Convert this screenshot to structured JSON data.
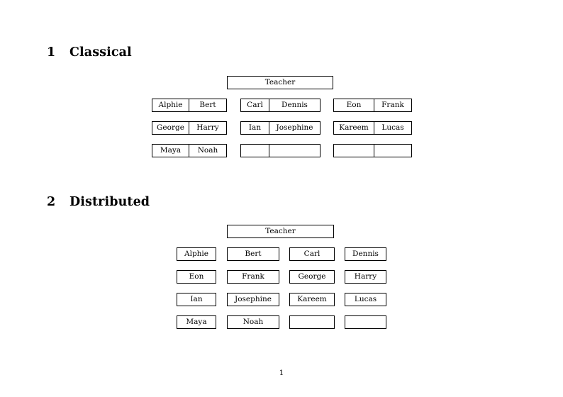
{
  "document": {
    "page_number": "1",
    "ink_color": "#000000",
    "paper_color": "#ffffff"
  },
  "sections": [
    {
      "number": "1",
      "title": "Classical",
      "teacher": {
        "label": "Teacher"
      },
      "layout": "paired-cells-3x3",
      "rows": [
        {
          "groups": [
            {
              "left": "Alphie",
              "right": "Bert"
            },
            {
              "left": "Carl",
              "right": "Dennis"
            },
            {
              "left": "Eon",
              "right": "Frank"
            }
          ]
        },
        {
          "groups": [
            {
              "left": "George",
              "right": "Harry"
            },
            {
              "left": "Ian",
              "right": "Josephine"
            },
            {
              "left": "Kareem",
              "right": "Lucas"
            }
          ]
        },
        {
          "groups": [
            {
              "left": "Maya",
              "right": "Noah"
            },
            {
              "left": "",
              "right": ""
            },
            {
              "left": "",
              "right": ""
            }
          ]
        }
      ]
    },
    {
      "number": "2",
      "title": "Distributed",
      "teacher": {
        "label": "Teacher"
      },
      "layout": "single-cells-4x4",
      "rows": [
        {
          "cells": [
            "Alphie",
            "Bert",
            "Carl",
            "Dennis"
          ]
        },
        {
          "cells": [
            "Eon",
            "Frank",
            "George",
            "Harry"
          ]
        },
        {
          "cells": [
            "Ian",
            "Josephine",
            "Kareem",
            "Lucas"
          ]
        },
        {
          "cells": [
            "Maya",
            "Noah",
            "",
            ""
          ]
        }
      ]
    }
  ]
}
